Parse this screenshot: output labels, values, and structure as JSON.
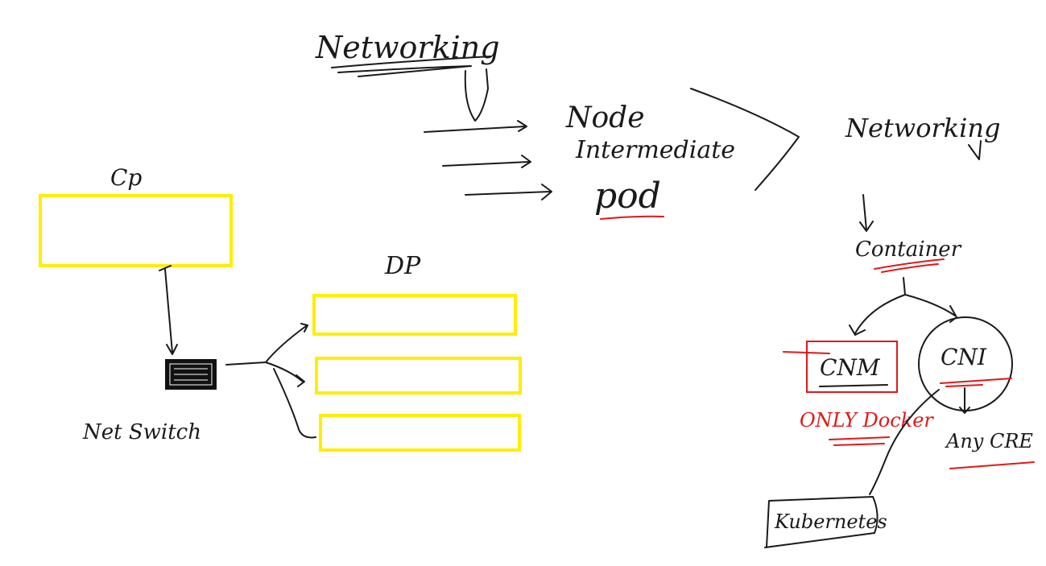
{
  "texts": {
    "networking_left": "Networking",
    "node": "Node",
    "intermediate": "Intermediate",
    "pod": "pod",
    "networking_right": "Networking",
    "cp": "Cp",
    "dp": "DP",
    "net_switch": "Net Switch",
    "container": "Container",
    "cnm": "CNM",
    "cni": "CNI",
    "only_docker": "ONLY Docker",
    "any_cre": "Any CRE",
    "kubernetes": "Kubernetes"
  },
  "colors": {
    "ink": "#1a1a1a",
    "accent_red": "#e01818",
    "box_yellow": "#ffee00",
    "switch": "#111111"
  },
  "icons": {
    "switch": "network-switch-icon"
  }
}
